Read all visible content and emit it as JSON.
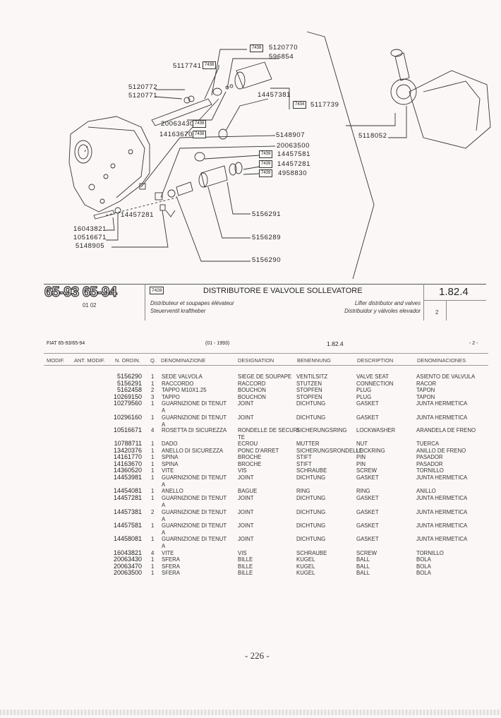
{
  "diagram": {
    "labels": [
      "5120770",
      "596854",
      "5117741",
      "5120772",
      "5120771",
      "14457381",
      "5117739",
      "20063430",
      "14163670",
      "5148907",
      "20063500",
      "14457581",
      "14457281",
      "4958830",
      "5118052",
      "5156291",
      "14457281",
      "16043821",
      "10516671",
      "5148905",
      "5156289",
      "5156290"
    ],
    "refs": [
      "7438",
      "7438",
      "7434",
      "7438",
      "7438",
      "7439",
      "7439",
      "7439"
    ]
  },
  "title_block": {
    "models": "65-93  65-94",
    "model_date": "01 02",
    "ref_box": "7428",
    "title_it": "DISTRIBUTORE E VALVOLE SOLLEVATORE",
    "title_fr": "Distributeur et soupapes élévateur",
    "title_de": "Steuerventil kraftheber",
    "title_en": "Lifter distributor and valves",
    "title_es": "Distribuidor y válvoles elevador",
    "section": "1.82.4",
    "page_sub": "2"
  },
  "list_header": {
    "model": "FIAT 65-93/65-94",
    "date": "(01 - 1993)",
    "section": "1.82.4",
    "page": "- 2 -"
  },
  "columns": [
    "MODIF.",
    "ANT. MODIF.",
    "N. ORDIN.",
    "Q.",
    "DENOMINAZIONE",
    "DESIGNATION",
    "BENENNUNG",
    "DESCRIPTION",
    "DENOMINACIONES"
  ],
  "rows": [
    {
      "code": "5156290",
      "q": "1",
      "den": "SEDE VALVOLA",
      "des": "SIEGE DE SOUPAPE",
      "ben": "VENTILSITZ",
      "dsc": "VALVE SEAT",
      "dnm": "ASIENTO DE VALVULA"
    },
    {
      "code": "5156291",
      "q": "1",
      "den": "RACCORDO",
      "des": "RACCORD",
      "ben": "STUTZEN",
      "dsc": "CONNECTION",
      "dnm": "RACOR"
    },
    {
      "code": "5162458",
      "q": "2",
      "den": "TAPPO  M10X1.25",
      "des": "BOUCHON",
      "ben": "STOPFEN",
      "dsc": "PLUG",
      "dnm": "TAPON"
    },
    {
      "code": "10269150",
      "q": "3",
      "den": "TAPPO",
      "des": "BOUCHON",
      "ben": "STOPFEN",
      "dsc": "PLUG",
      "dnm": "TAPON"
    },
    {
      "code": "10279560",
      "q": "1",
      "den": "GUARNIZIONE DI TENUT\nA",
      "des": "JOINT",
      "ben": "DICHTUNG",
      "dsc": "GASKET",
      "dnm": "JUNTA HERMETICA"
    },
    {
      "code": "10296160",
      "q": "1",
      "den": "GUARNIZIONE DI TENUT\nA",
      "des": "JOINT",
      "ben": "DICHTUNG",
      "dsc": "GASKET",
      "dnm": "JUNTA HERMETICA"
    },
    {
      "code": "10516671",
      "q": "4",
      "den": "ROSETTA DI SICUREZZA",
      "des": "RONDELLE DE SECURI\nTE",
      "ben": "SICHERUNGSRING",
      "dsc": "LOCKWASHER",
      "dnm": "ARANDELA DE FRENO"
    },
    {
      "code": "10788711",
      "q": "1",
      "den": "DADO",
      "des": "ECROU",
      "ben": "MUTTER",
      "dsc": "NUT",
      "dnm": "TUERCA"
    },
    {
      "code": "13420376",
      "q": "1",
      "den": "ANELLO DI SICUREZZA",
      "des": "PONC D'ARRET",
      "ben": "SICHERUNGSRONDELLE",
      "dsc": "LOCKRING",
      "dnm": "ANILLO DE FRENO"
    },
    {
      "code": "14161770",
      "q": "1",
      "den": "SPINA",
      "des": "BROCHE",
      "ben": "STIFT",
      "dsc": "PIN",
      "dnm": "PASADOR"
    },
    {
      "code": "14163670",
      "q": "1",
      "den": "SPINA",
      "des": "BROCHE",
      "ben": "STIFT",
      "dsc": "PIN",
      "dnm": "PASADOR"
    },
    {
      "code": "14360520",
      "q": "1",
      "den": "VITE",
      "des": "VIS",
      "ben": "SCHRAUBE",
      "dsc": "SCREW",
      "dnm": "TORNILLO"
    },
    {
      "code": "14453981",
      "q": "1",
      "den": "GUARNIZIONE DI TENUT\nA",
      "des": "JOINT",
      "ben": "DICHTUNG",
      "dsc": "GASKET",
      "dnm": "JUNTA HERMETICA"
    },
    {
      "code": "14454081",
      "q": "1",
      "den": "ANELLO",
      "des": "BAGUE",
      "ben": "RING",
      "dsc": "RING",
      "dnm": "ANILLO"
    },
    {
      "code": "14457281",
      "q": "1",
      "den": "GUARNIZIONE DI TENUT\nA",
      "des": "JOINT",
      "ben": "DICHTUNG",
      "dsc": "GASKET",
      "dnm": "JUNTA HERMETICA"
    },
    {
      "code": "14457381",
      "q": "2",
      "den": "GUARNIZIONE DI TENUT\nA",
      "des": "JOINT",
      "ben": "DICHTUNG",
      "dsc": "GASKET",
      "dnm": "JUNTA HERMETICA"
    },
    {
      "code": "14457581",
      "q": "1",
      "den": "GUARNIZIONE DI TENUT\nA",
      "des": "JOINT",
      "ben": "DICHTUNG",
      "dsc": "GASKET",
      "dnm": "JUNTA HERMETICA"
    },
    {
      "code": "14458081",
      "q": "1",
      "den": "GUARNIZIONE DI TENUT\nA",
      "des": "JOINT",
      "ben": "DICHTUNG",
      "dsc": "GASKET",
      "dnm": "JUNTA HERMETICA"
    },
    {
      "code": "16043821",
      "q": "4",
      "den": "VITE",
      "des": "VIS",
      "ben": "SCHRAUBE",
      "dsc": "SCREW",
      "dnm": "TORNILLO"
    },
    {
      "code": "20063430",
      "q": "1",
      "den": "SFERA",
      "des": "BILLE",
      "ben": "KUGEL",
      "dsc": "BALL",
      "dnm": "BOLA"
    },
    {
      "code": "20063470",
      "q": "1",
      "den": "SFERA",
      "des": "BILLE",
      "ben": "KUGEL",
      "dsc": "BALL",
      "dnm": "BOLA"
    },
    {
      "code": "20063500",
      "q": "1",
      "den": "SFERA",
      "des": "BILLE",
      "ben": "KUGEL",
      "dsc": "BALL",
      "dnm": "BOLA"
    }
  ],
  "footer": {
    "page_number": "- 226 -"
  }
}
